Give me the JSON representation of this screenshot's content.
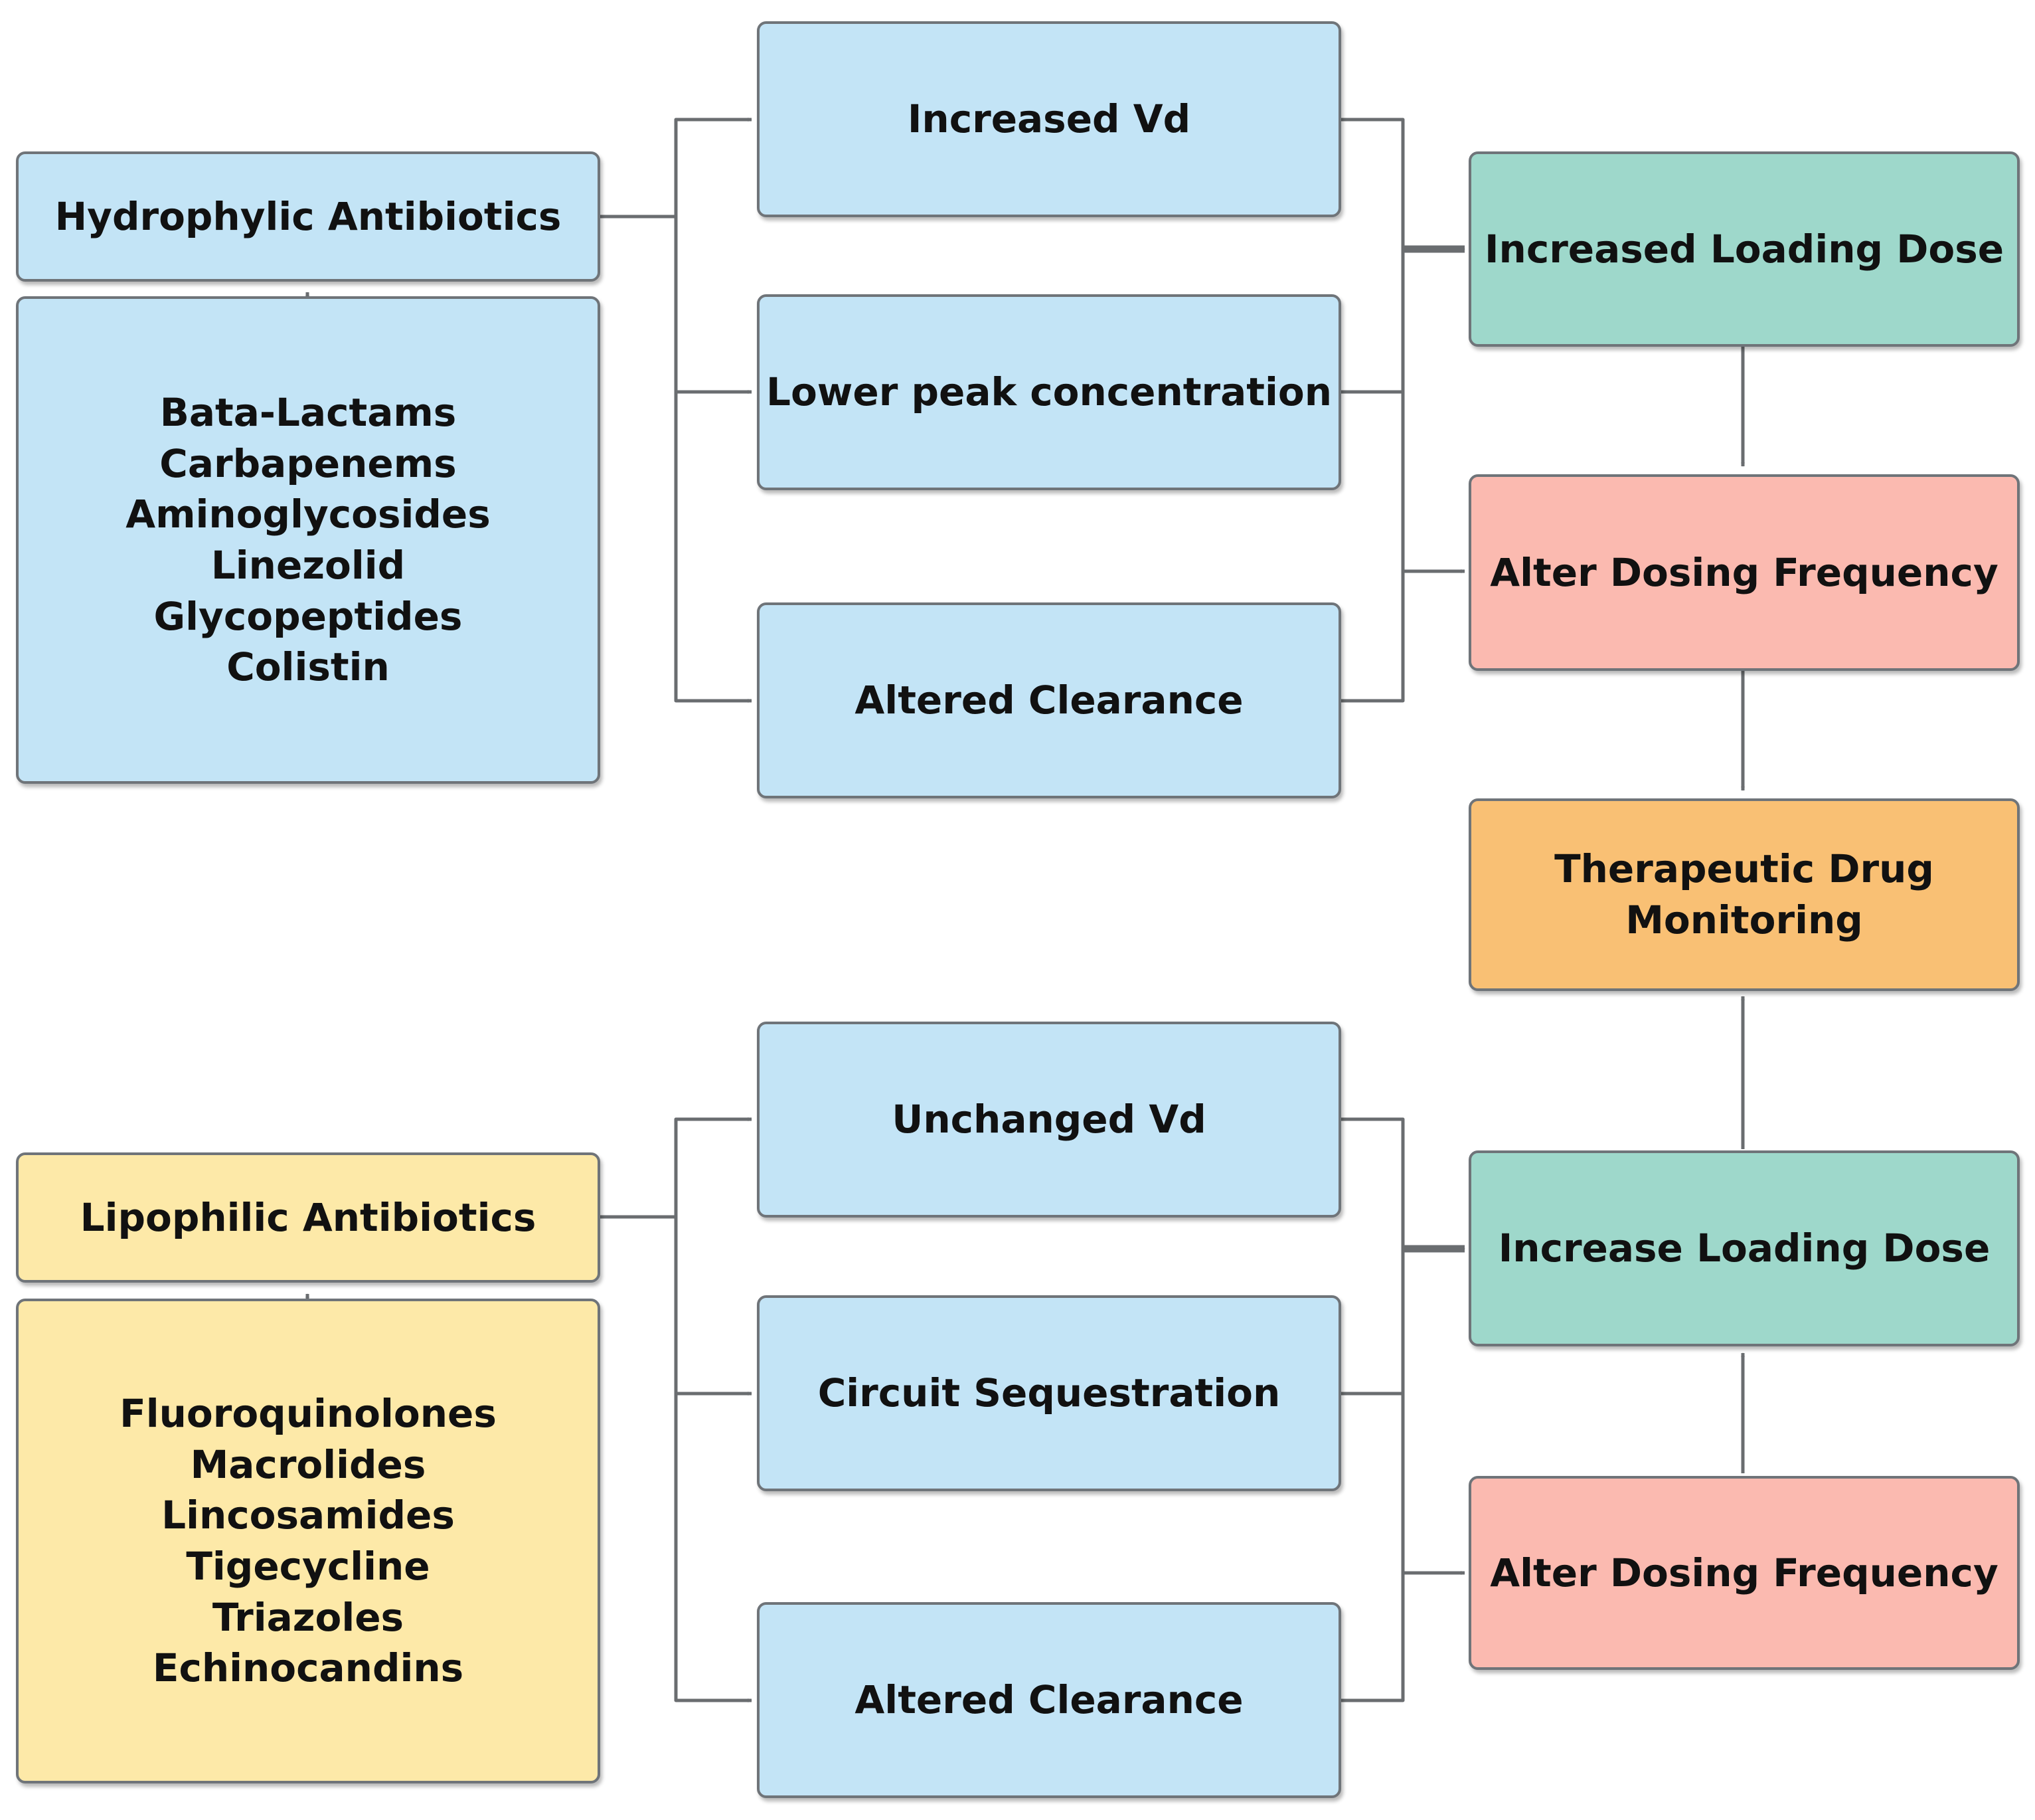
{
  "hydrophilic": {
    "title": "Hydrophylic Antibiotics",
    "drugs": [
      "Bata-Lactams",
      "Carbapenems",
      "Aminoglycosides",
      "Linezolid",
      "Glycopeptides",
      "Colistin"
    ],
    "effects": [
      "Increased Vd",
      "Lower peak concentration",
      "Altered Clearance"
    ],
    "outcomes": [
      "Increased Loading Dose",
      "Alter Dosing Frequency"
    ]
  },
  "lipophilic": {
    "title": "Lipophilic Antibiotics",
    "drugs": [
      "Fluoroquinolones",
      "Macrolides",
      "Lincosamides",
      "Tigecycline",
      "Triazoles",
      "Echinocandins"
    ],
    "effects": [
      "Unchanged Vd",
      "Circuit Sequestration",
      "Altered Clearance"
    ],
    "outcomes": [
      "Increase Loading Dose",
      "Alter Dosing Frequency"
    ]
  },
  "monitoring": {
    "line1": "Therapeutic Drug",
    "line2": "Monitoring"
  },
  "colors": {
    "blue": "#c3e4f6",
    "yellow": "#fde9a8",
    "teal": "#9ed8cb",
    "pink": "#fbbab0",
    "orange": "#f9c074",
    "connector": "#6a6d70"
  }
}
